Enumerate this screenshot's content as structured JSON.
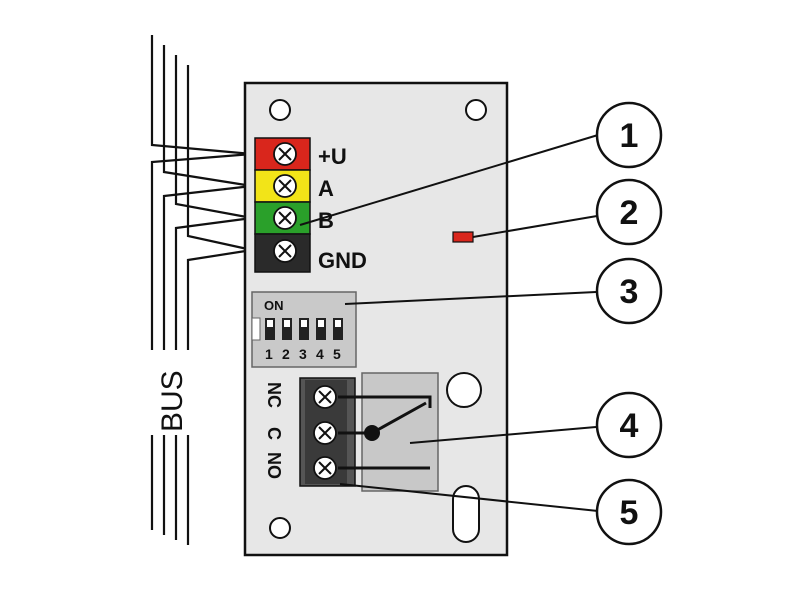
{
  "terminal_labels": [
    "+U",
    "A",
    "B",
    "GND"
  ],
  "terminal_colors": [
    "#d9261c",
    "#f2e418",
    "#2aa02a",
    "#2a2a2a"
  ],
  "bus_label": "BUS",
  "dip": {
    "on_label": "ON",
    "numbers": [
      "1",
      "2",
      "3",
      "4",
      "5"
    ]
  },
  "relay_labels": [
    "NC",
    "C",
    "NO"
  ],
  "callouts": [
    "1",
    "2",
    "3",
    "4",
    "5"
  ],
  "led_color": "#d9261c"
}
